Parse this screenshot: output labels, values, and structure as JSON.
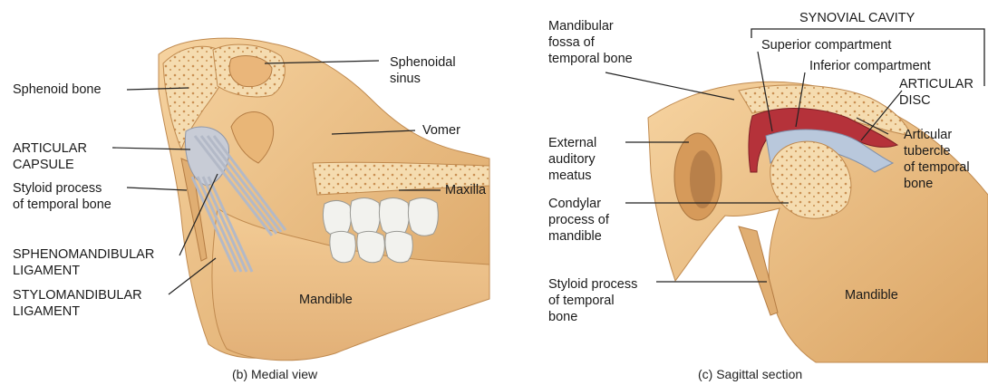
{
  "medial_view": {
    "caption": "(b) Medial view",
    "labels": {
      "sphenoid_bone": "Sphenoid bone",
      "sphenoidal_sinus": "Sphenoidal\nsinus",
      "vomer": "Vomer",
      "maxilla": "Maxilla",
      "articular_capsule": "ARTICULAR\nCAPSULE",
      "styloid_process": "Styloid process\nof temporal bone",
      "sphenomandibular_ligament": "SPHENOMANDIBULAR\nLIGAMENT",
      "stylomandibular_ligament": "STYLOMANDIBULAR\nLIGAMENT",
      "mandible": "Mandible"
    }
  },
  "sagittal_section": {
    "caption": "(c) Sagittal section",
    "labels": {
      "mandibular_fossa": "Mandibular\nfossa of\ntemporal bone",
      "synovial_cavity": "SYNOVIAL CAVITY",
      "superior_compartment": "Superior compartment",
      "inferior_compartment": "Inferior compartment",
      "articular_disc": "ARTICULAR\nDISC",
      "articular_tubercle": "Articular\ntubercle\nof temporal\nbone",
      "external_auditory_meatus": "External\nauditory\nmeatus",
      "condylar_process": "Condylar\nprocess of\nmandible",
      "styloid_process": "Styloid process\nof temporal\nbone",
      "mandible": "Mandible"
    }
  },
  "colors": {
    "bone": "#efc48e",
    "bone_dark": "#d9a062",
    "spongy": "#f5dcb0",
    "ligament": "#c8ccd6",
    "capsule_blue": "#b9c8dc",
    "cavity_red": "#b5323a",
    "teeth": "#f2f2ee",
    "leader": "#222222"
  }
}
